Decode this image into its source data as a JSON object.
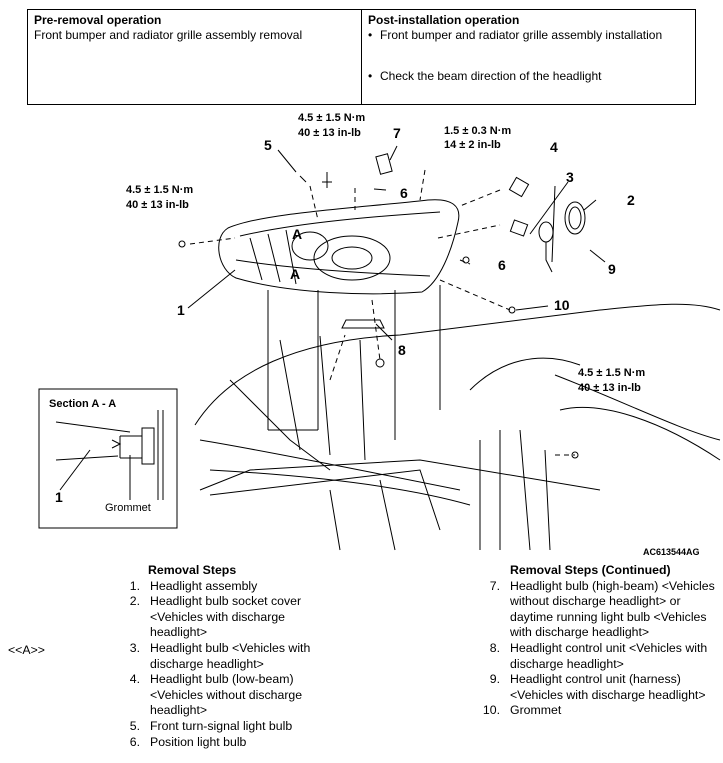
{
  "operations": {
    "pre": {
      "heading": "Pre-removal operation",
      "items": [
        "Front bumper and radiator grille assembly removal"
      ]
    },
    "post": {
      "heading": "Post-installation operation",
      "items": [
        "Front bumper and radiator grille assembly installation",
        "Check the beam direction of the headlight"
      ]
    }
  },
  "diagram": {
    "torques": {
      "t1": {
        "nm": "4.5 ± 1.5 N·m",
        "inlb": "40 ± 13 in-lb"
      },
      "t2": {
        "nm": "1.5 ± 0.3 N·m",
        "inlb": "14 ± 2 in-lb"
      },
      "t3": {
        "nm": "4.5 ± 1.5 N·m",
        "inlb": "40 ± 13 in-lb"
      },
      "t4": {
        "nm": "4.5 ± 1.5 N·m",
        "inlb": "40 ± 13 in-lb"
      }
    },
    "callouts": [
      "1",
      "2",
      "3",
      "4",
      "5",
      "6",
      "7",
      "8",
      "9",
      "10",
      "6",
      "A",
      "A"
    ],
    "section": {
      "title": "Section A - A",
      "part": "1",
      "grommet": "Grommet"
    },
    "figure_code": "AC613544AG"
  },
  "removal_steps": {
    "title": "Removal Steps",
    "items": [
      {
        "num": "1.",
        "text": "Headlight assembly"
      },
      {
        "num": "2.",
        "text": "Headlight bulb socket cover <Vehicles with discharge headlight>"
      },
      {
        "num": "3.",
        "text": "Headlight bulb <Vehicles with discharge headlight>"
      },
      {
        "num": "4.",
        "text": "Headlight bulb (low-beam) <Vehicles without discharge headlight>"
      },
      {
        "num": "5.",
        "text": "Front turn-signal light bulb"
      },
      {
        "num": "6.",
        "text": "Position light bulb"
      }
    ],
    "ref_mark": "<<A>>"
  },
  "removal_steps_cont": {
    "title": "Removal Steps (Continued)",
    "items": [
      {
        "num": "7.",
        "text": "Headlight bulb (high-beam) <Vehicles without discharge headlight> or daytime running light bulb <Vehicles with discharge headlight>"
      },
      {
        "num": "8.",
        "text": "Headlight control unit <Vehicles with discharge headlight>"
      },
      {
        "num": "9.",
        "text": "Headlight control unit (harness) <Vehicles with discharge headlight>"
      },
      {
        "num": "10.",
        "text": "Grommet"
      }
    ]
  }
}
